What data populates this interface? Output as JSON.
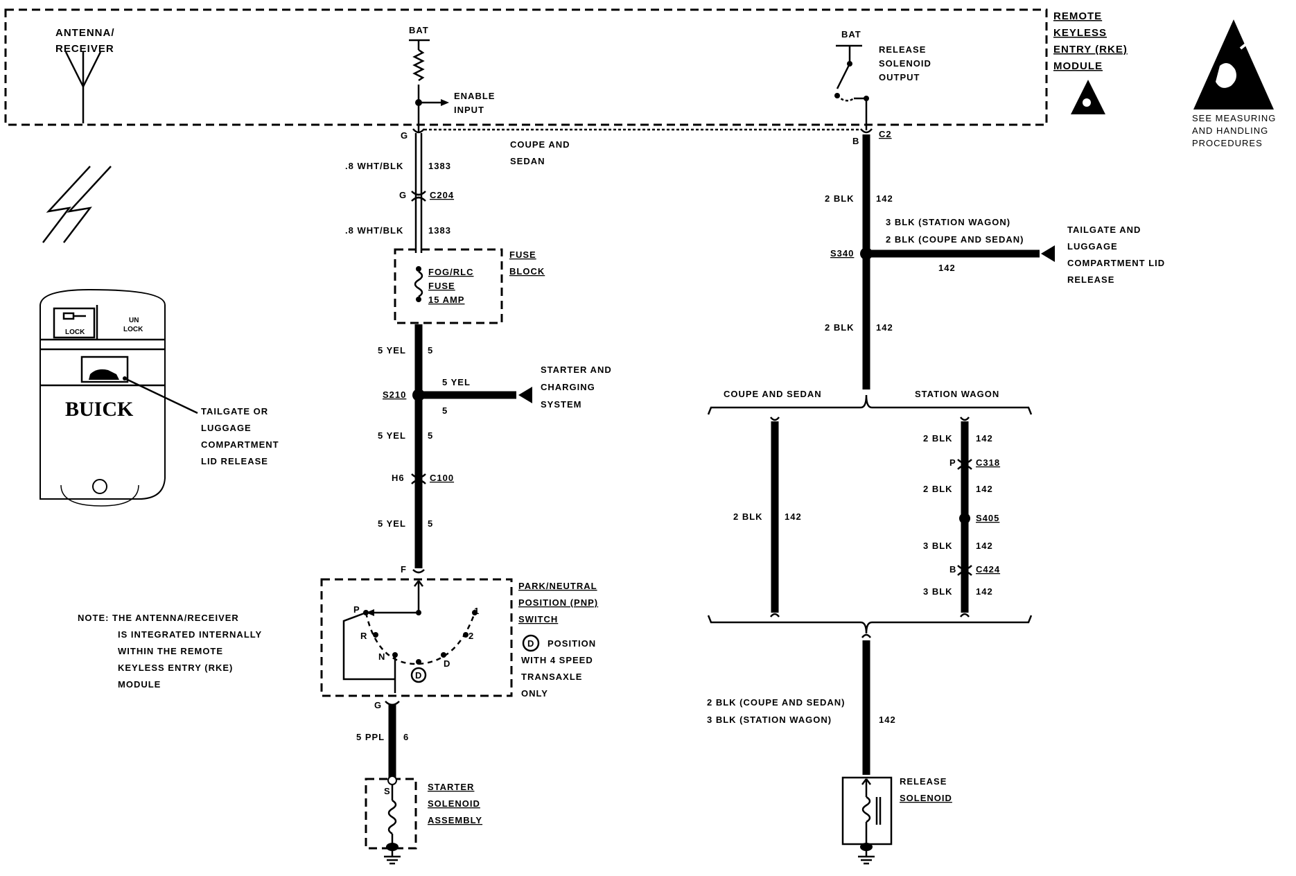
{
  "rke_module": {
    "title_lines": [
      "REMOTE",
      "KEYLESS",
      "ENTRY (RKE)",
      "MODULE"
    ],
    "antenna_lines": [
      "ANTENNA/",
      "RECEIVER"
    ],
    "bat_left": "BAT",
    "enable_lines": [
      "ENABLE",
      "INPUT"
    ],
    "bat_right": "BAT",
    "release_output_lines": [
      "RELEASE",
      "SOLENOID",
      "OUTPUT"
    ],
    "handling_lines": [
      "SEE MEASURING",
      "AND HANDLING",
      "PROCEDURES"
    ]
  },
  "left_circuit": {
    "pin_g_top": "G",
    "coupe_sedan_lines": [
      "COUPE AND",
      "SEDAN"
    ],
    "wire_1383_a": ".8 WHT/BLK",
    "circuit_1383_a": "1383",
    "c204_pin": "G",
    "c204": "C204",
    "wire_1383_b": ".8 WHT/BLK",
    "circuit_1383_b": "1383",
    "fuse_block_lines": [
      "FUSE",
      "BLOCK"
    ],
    "fuse_lines": [
      "FOG/RLC",
      "FUSE",
      "15 AMP"
    ],
    "yel_1": "5 YEL",
    "ckt_5_a": "5",
    "s210": "S210",
    "yel_branch": "5 YEL",
    "ckt_5_branch": "5",
    "starter_charging_lines": [
      "STARTER AND",
      "CHARGING",
      "SYSTEM"
    ],
    "yel_2": "5 YEL",
    "ckt_5_b": "5",
    "c100_pin": "H6",
    "c100": "C100",
    "yel_3": "5 YEL",
    "ckt_5_c": "5",
    "pin_f": "F",
    "pnp_lines": [
      "PARK/NEUTRAL",
      "POSITION (PNP)",
      "SWITCH"
    ],
    "d_position_lines": [
      "POSITION",
      "WITH 4 SPEED",
      "TRANSAXLE",
      "ONLY"
    ],
    "d_symbol": "D",
    "switch_positions": [
      "P",
      "R",
      "N",
      "D",
      "2",
      "1"
    ],
    "pin_g_bottom": "G",
    "ppl": "5 PPL",
    "ckt_6": "6",
    "solenoid_s": "S",
    "starter_solenoid_lines": [
      "STARTER",
      "SOLENOID",
      "ASSEMBLY"
    ]
  },
  "right_circuit": {
    "c2_pin": "B",
    "c2": "C2",
    "blk_1": "2 BLK",
    "ckt_142_a": "142",
    "wagon_line": "3 BLK (STATION WAGON)",
    "coupe_line": "2 BLK (COUPE AND SEDAN)",
    "s340": "S340",
    "branch_ckt": "142",
    "tailgate_lines": [
      "TAILGATE AND",
      "LUGGAGE",
      "COMPARTMENT LID",
      "RELEASE"
    ],
    "blk_2": "2 BLK",
    "ckt_142_b": "142",
    "coupe_header": "COUPE AND SEDAN",
    "wagon_header": "STATION WAGON",
    "coupe_blk": "2 BLK",
    "coupe_ckt": "142",
    "wagon_blk_1": "2 BLK",
    "wagon_ckt_1": "142",
    "c318_pin": "P",
    "c318": "C318",
    "wagon_blk_2": "2 BLK",
    "wagon_ckt_2": "142",
    "s405": "S405",
    "wagon_blk_3": "3 BLK",
    "wagon_ckt_3": "142",
    "c424_pin": "B",
    "c424": "C424",
    "wagon_blk_4": "3 BLK",
    "wagon_ckt_4": "142",
    "bottom_coupe": "2 BLK (COUPE AND SEDAN)",
    "bottom_wagon": "3 BLK (STATION WAGON)",
    "bottom_ckt": "142",
    "release_solenoid_lines": [
      "RELEASE",
      "SOLENOID"
    ]
  },
  "fob": {
    "lock": "LOCK",
    "unlock_lines": [
      "UN",
      "LOCK"
    ],
    "brand": "BUICK",
    "callout_lines": [
      "TAILGATE OR",
      "LUGGAGE",
      "COMPARTMENT",
      "LID RELEASE"
    ]
  },
  "note": {
    "lines": [
      "NOTE: THE ANTENNA/RECEIVER",
      "IS INTEGRATED INTERNALLY",
      "WITHIN THE REMOTE",
      "KEYLESS ENTRY (RKE)",
      "MODULE"
    ]
  }
}
